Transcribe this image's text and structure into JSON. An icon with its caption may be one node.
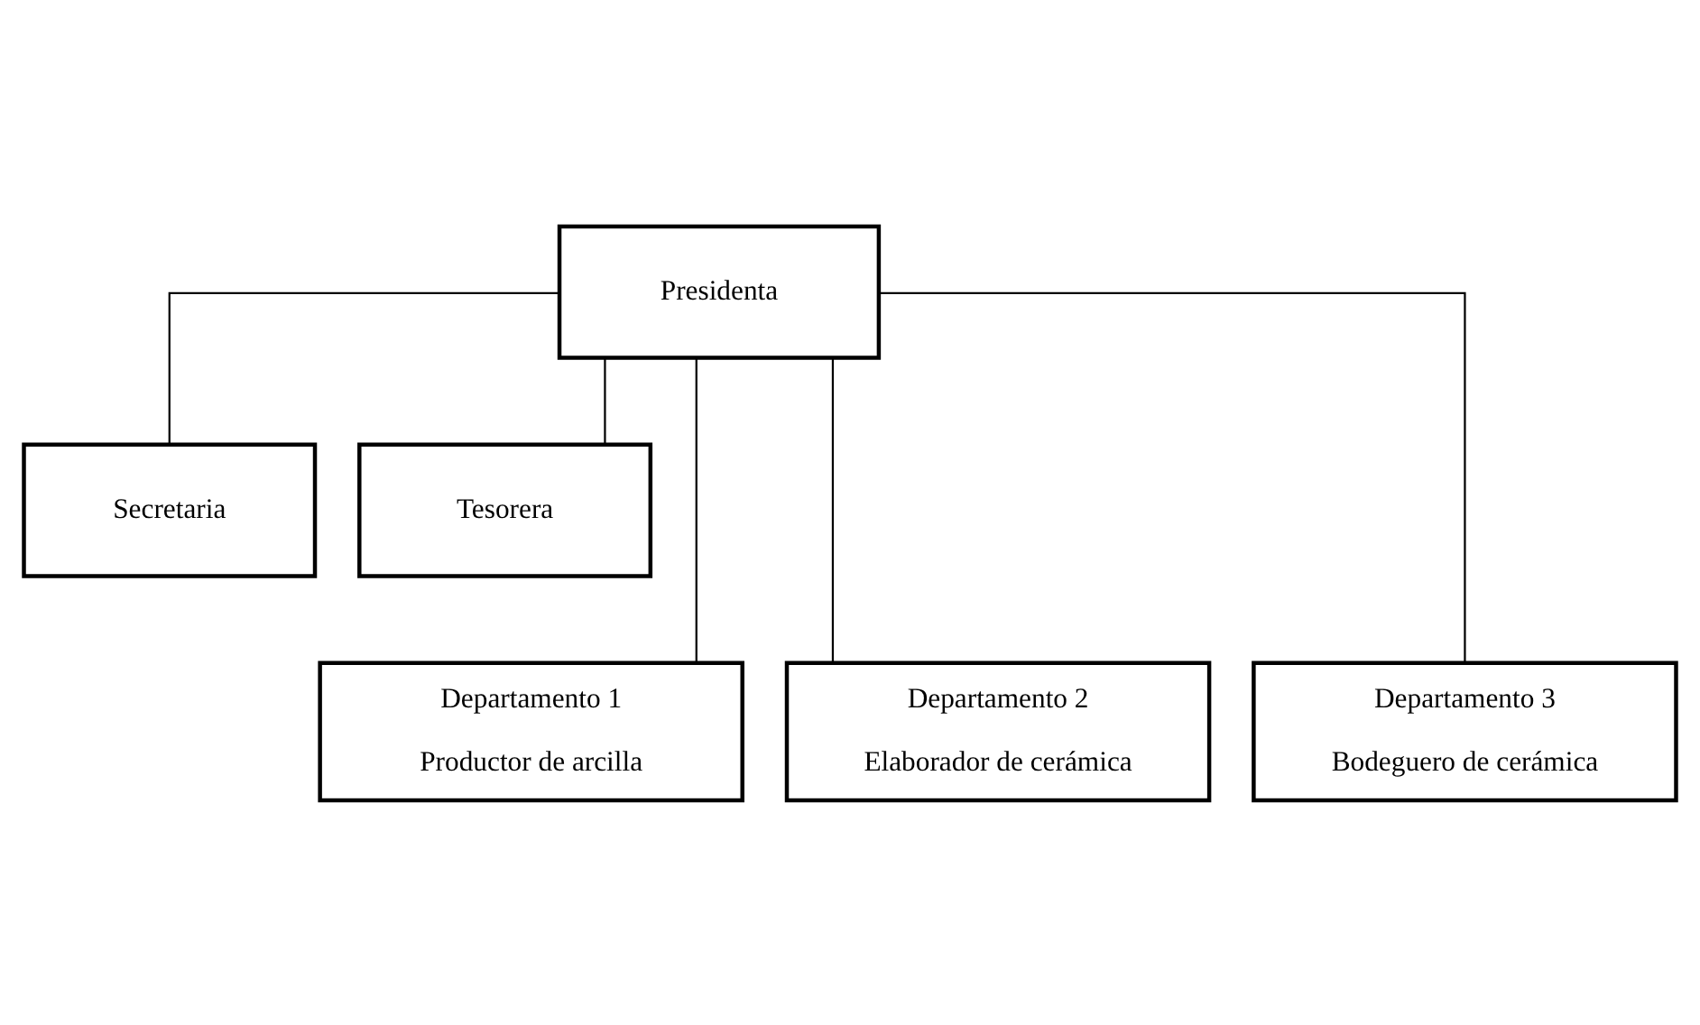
{
  "diagram": {
    "nodes": [
      {
        "text": [
          "Presidenta"
        ]
      },
      {
        "text": [
          "Secretaria"
        ]
      },
      {
        "text": [
          "Tesorera"
        ]
      },
      {
        "text": [
          "Departamento 1",
          "Productor de arcilla"
        ]
      },
      {
        "text": [
          "Departamento 2",
          "Elaborador de cerámica"
        ]
      },
      {
        "text": [
          "Departamento 3",
          "Bodeguero de cerámica"
        ]
      }
    ],
    "edges": [
      {
        "from": 0,
        "to": 1,
        "arrow": "none"
      },
      {
        "from": 0,
        "to": 2,
        "arrow": "none"
      },
      {
        "from": 0,
        "to": 3,
        "arrow": "none"
      },
      {
        "from": 0,
        "to": 4,
        "arrow": "none"
      },
      {
        "from": 0,
        "to": 5,
        "arrow": "none"
      }
    ]
  }
}
